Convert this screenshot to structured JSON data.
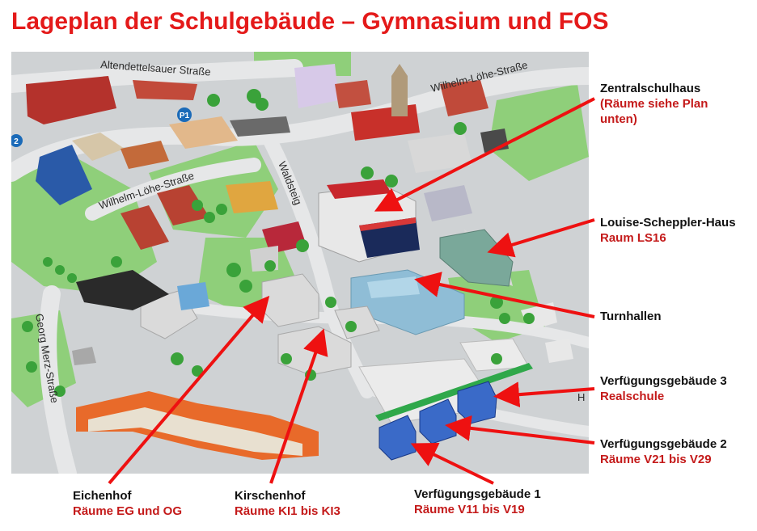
{
  "title": "Lageplan der Schulgebäude – Gymnasium und FOS",
  "colors": {
    "title": "#e41a1a",
    "arrow": "#ee1111",
    "sublabel": "#c41a1a"
  },
  "streets": [
    "Altendettelsauer Straße",
    "Wilhelm-Löhe-Straße",
    "Wilhelm-Löhe-Straße",
    "Waldsteig",
    "Georg Merz-Straße"
  ],
  "map_markers": {
    "parking": "P1",
    "marker": "2",
    "edge_letter": "H"
  },
  "labels": {
    "zentral": {
      "name": "Zentralschulhaus",
      "sub1": "(Räume siehe Plan",
      "sub2": "unten)"
    },
    "louise": {
      "name": "Louise-Scheppler-Haus",
      "sub": "Raum LS16"
    },
    "turnhallen": {
      "name": "Turnhallen"
    },
    "vg3": {
      "name": "Verfügungsgebäude 3",
      "sub": "Realschule"
    },
    "vg2": {
      "name": "Verfügungsgebäude 2",
      "sub": "Räume V21 bis V29"
    },
    "vg1": {
      "name": "Verfügungsgebäude 1",
      "sub": "Räume V11 bis V19"
    },
    "eichenhof": {
      "name": "Eichenhof",
      "sub": "Räume EG und OG"
    },
    "kirschenhof": {
      "name": "Kirschenhof",
      "sub": "Räume KI1 bis KI3"
    }
  }
}
